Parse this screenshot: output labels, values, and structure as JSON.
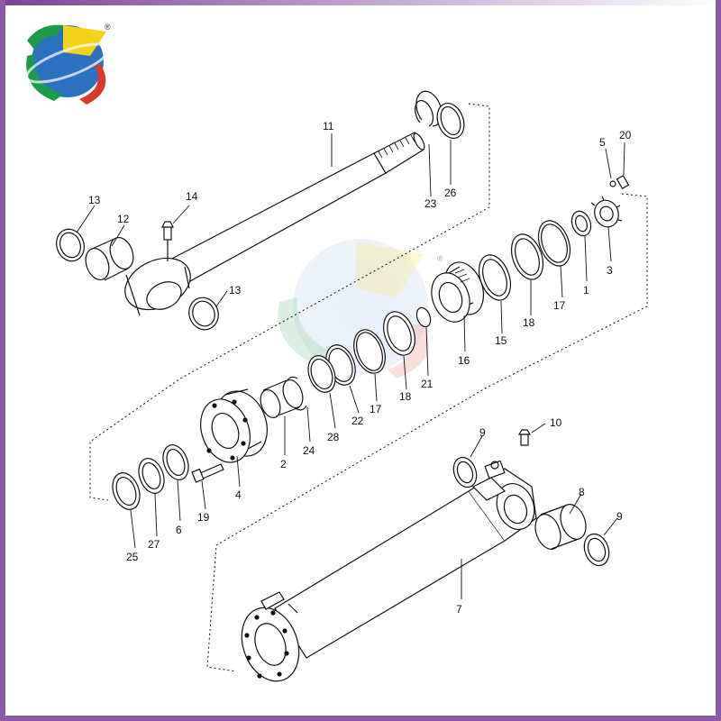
{
  "colors": {
    "frame_bar": "#8a5aa6",
    "line": "#111111",
    "logo_blue": "#2f6fc0",
    "logo_green": "#1d9a4a",
    "logo_yellow": "#f3d21a",
    "logo_red": "#d8392a"
  },
  "logo": {
    "name": "brand-globe-logo",
    "registered_mark": "®"
  },
  "watermark": {
    "registered_mark": "®"
  },
  "parts": {
    "p1": "1",
    "p2": "2",
    "p3": "3",
    "p4": "4",
    "p5": "5",
    "p6": "6",
    "p7": "7",
    "p8": "8",
    "p9a": "9",
    "p9b": "9",
    "p10": "10",
    "p11": "11",
    "p12": "12",
    "p13a": "13",
    "p13b": "13",
    "p14": "14",
    "p15": "15",
    "p16": "16",
    "p17a": "17",
    "p17b": "17",
    "p18a": "18",
    "p18b": "18",
    "p19": "19",
    "p20": "20",
    "p21": "21",
    "p22": "22",
    "p23": "23",
    "p24": "24",
    "p25": "25",
    "p26": "26",
    "p27": "27",
    "p28": "28"
  }
}
